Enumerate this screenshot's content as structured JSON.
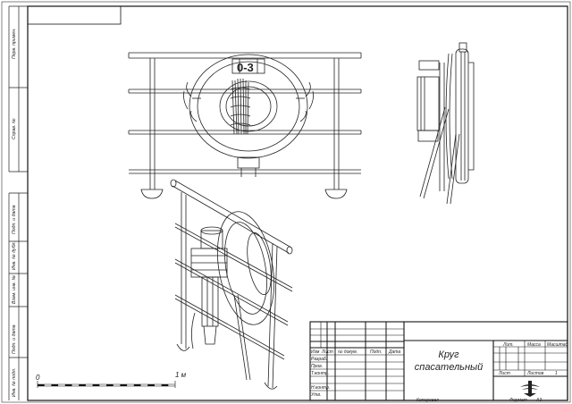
{
  "drawing": {
    "title_line1": "Круг",
    "title_line2": "спасательный",
    "ring_marking": "0-3",
    "scale": {
      "zero_label": "0",
      "one_label": "1 м"
    },
    "side_stamps": [
      "Перв. примен.",
      "Справ. №",
      "Подп. и дата",
      "Инв. № дубл.",
      "Взам. инв. №",
      "Подп. и дата",
      "Инв. № подл."
    ],
    "title_block": {
      "col_headers": [
        "Изм",
        "Лист",
        "№ докум.",
        "Подп.",
        "Дата"
      ],
      "role_labels": [
        "Разраб.",
        "Пров.",
        "Т.контр.",
        "",
        "Н.контр.",
        "Утв."
      ],
      "lit_label": "Лит.",
      "mass_label": "Масса",
      "scale_label": "Масштаб",
      "sheet_label": "Лист",
      "sheets_label": "Листов",
      "sheets_value": "1",
      "copied_label": "Копировал",
      "format_label": "Формат",
      "format_value": "А3"
    }
  }
}
